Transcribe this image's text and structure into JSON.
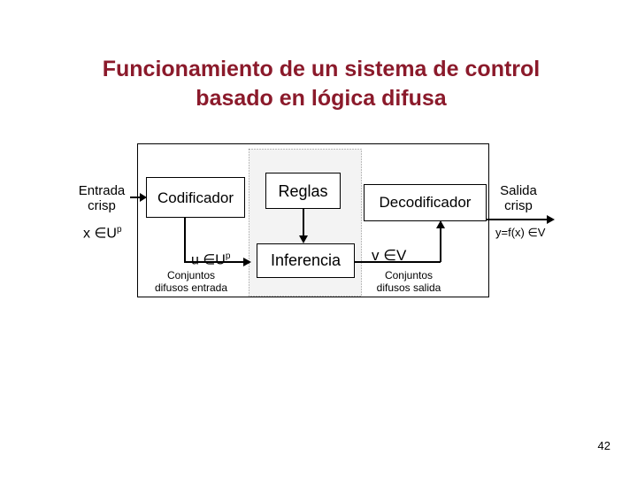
{
  "title": {
    "line1": "Funcionamiento de un sistema de control",
    "line2": "basado en lógica difusa"
  },
  "diagram": {
    "input": {
      "label_line1": "Entrada",
      "label_line2": "crisp",
      "var": "x ∈U",
      "var_sup": "p"
    },
    "encoder": {
      "label": "Codificador"
    },
    "encoder_out": {
      "var": "u ∈U",
      "var_sup": "p",
      "caption_line1": "Conjuntos",
      "caption_line2": "difusos entrada"
    },
    "rules": {
      "label": "Reglas"
    },
    "inference": {
      "label": "Inferencia"
    },
    "decoder": {
      "label": "Decodificador"
    },
    "decoder_in": {
      "var": "v ∈V",
      "caption_line1": "Conjuntos",
      "caption_line2": "difusos salida"
    },
    "output": {
      "label_line1": "Salida",
      "label_line2": "crisp",
      "var": "y=f(x) ∈V"
    }
  },
  "page_number": "42",
  "colors": {
    "title": "#8b1a2b",
    "lines": "#000000",
    "dotted_frame": "#808080"
  }
}
